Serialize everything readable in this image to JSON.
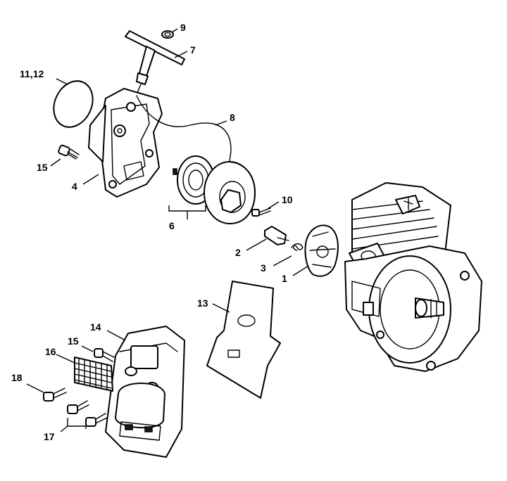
{
  "callouts": {
    "c1": "1",
    "c2": "2",
    "c3": "3",
    "c4": "4",
    "c6": "6",
    "c7": "7",
    "c8": "8",
    "c9": "9",
    "c10": "10",
    "c11_12": "11,12",
    "c13": "13",
    "c14": "14",
    "c15a": "15",
    "c15b": "15",
    "c16": "16",
    "c17": "17",
    "c18": "18"
  },
  "colors": {
    "line": "#000000",
    "background": "#ffffff"
  }
}
